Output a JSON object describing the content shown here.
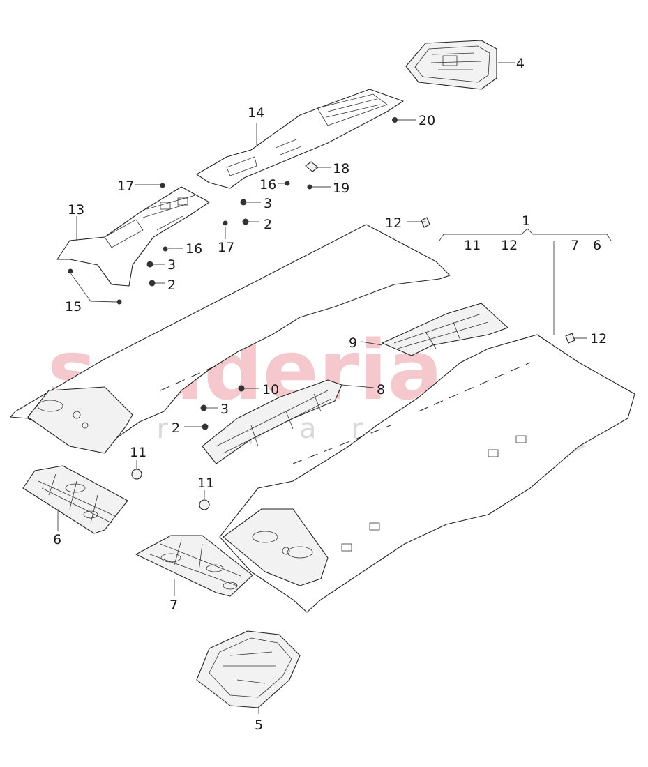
{
  "watermark": {
    "brand": "scuderia",
    "sub": "car parts",
    "brand_color": "#f4c8cc"
  },
  "callouts": {
    "c1": "1",
    "c2a": "2",
    "c2b": "2",
    "c2c": "2",
    "c3a": "3",
    "c3b": "3",
    "c3c": "3",
    "c4": "4",
    "c5": "5",
    "c6a": "6",
    "c6b": "6",
    "c7a": "7",
    "c7b": "7",
    "c8": "8",
    "c9": "9",
    "c10": "10",
    "c11a": "11",
    "c11b": "11",
    "c11c": "11",
    "c12a": "12",
    "c12b": "12",
    "c12c": "12",
    "c13": "13",
    "c14": "14",
    "c15": "15",
    "c16a": "16",
    "c16b": "16",
    "c17a": "17",
    "c17b": "17",
    "c18": "18",
    "c19": "19",
    "c20": "20"
  }
}
